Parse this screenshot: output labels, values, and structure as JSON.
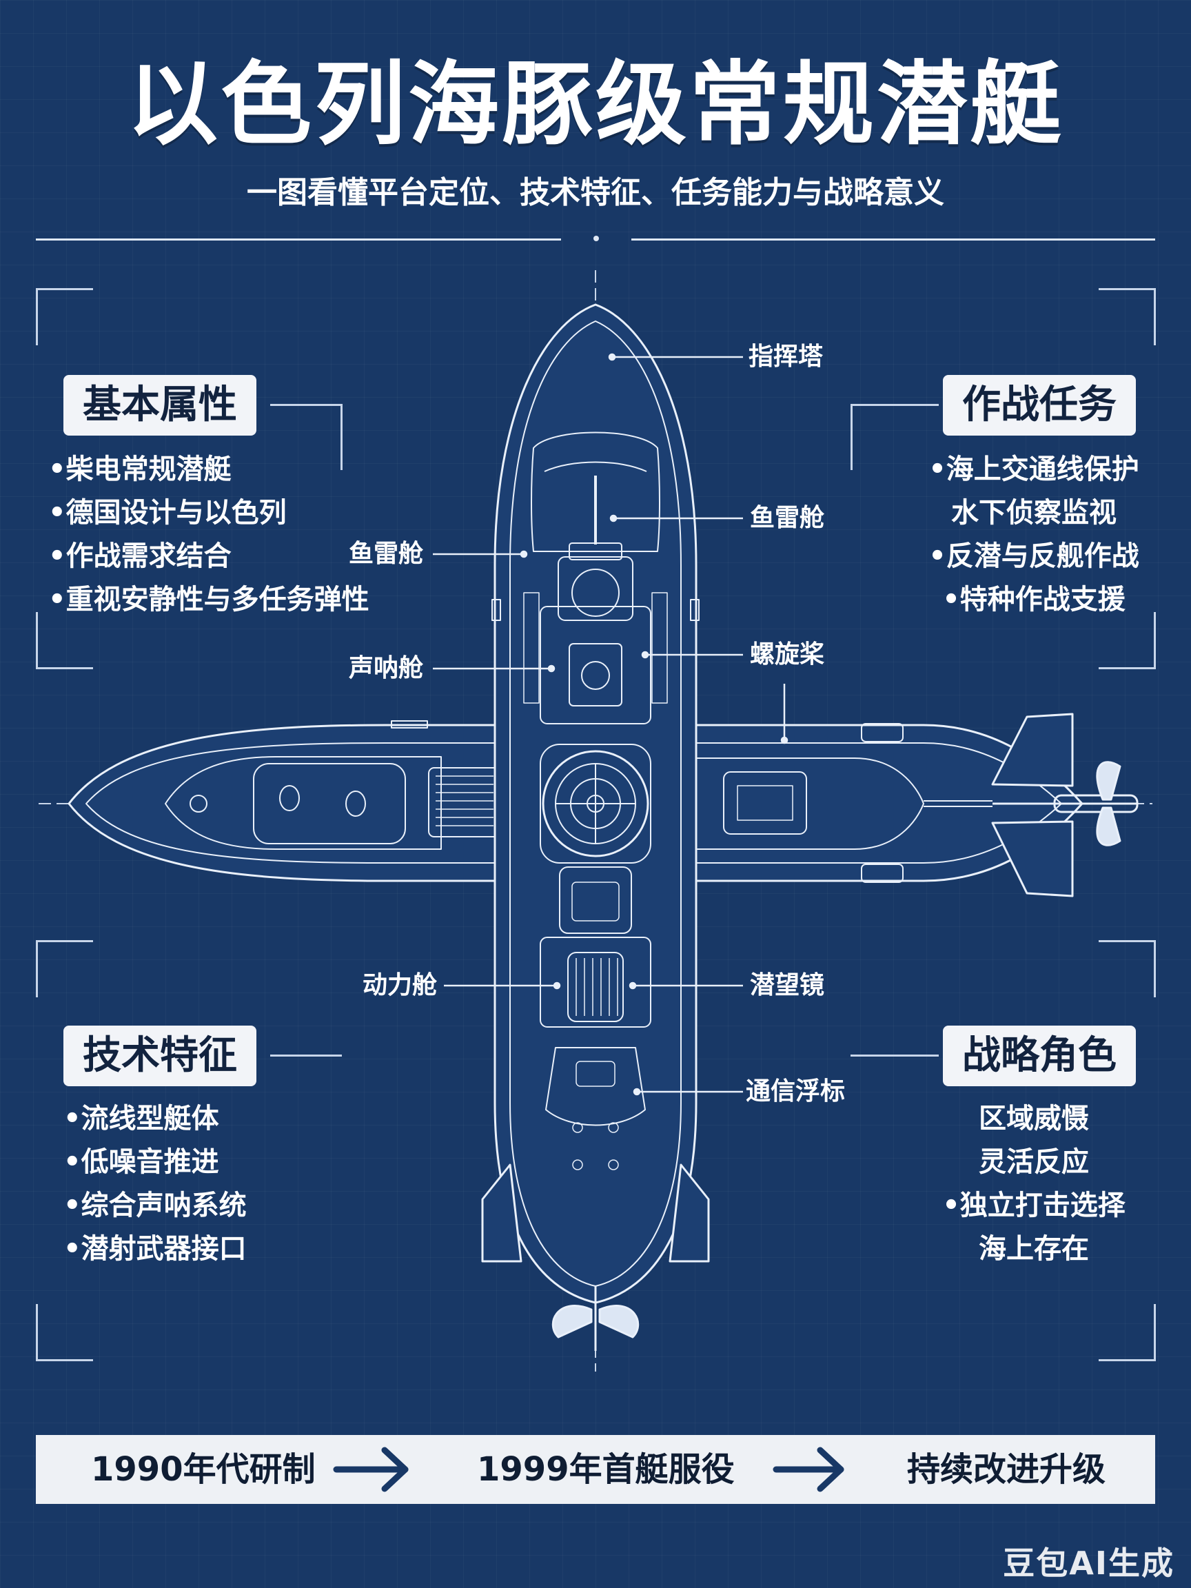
{
  "title": "以色列海豚级常规潜艇",
  "subtitle": "一图看懂平台定位、技术特征、任务能力与战略意义",
  "sections": {
    "basic": {
      "heading": "基本属性",
      "items": [
        "柴电常规潜艇",
        "德国设计与以色列",
        "作战需求结合",
        "重视安静性与多任务弹性"
      ]
    },
    "mission": {
      "heading": "作战任务",
      "items": [
        "海上交通线保护",
        "水下侦察监视",
        "反潜与反舰作战",
        "特种作战支援"
      ]
    },
    "tech": {
      "heading": "技术特征",
      "items": [
        "流线型艇体",
        "低噪音推进",
        "综合声呐系统",
        "潜射武器接口"
      ]
    },
    "strategy": {
      "heading": "战略角色",
      "items": [
        "区域威慑",
        "灵活反应",
        "独立打击选择",
        "海上存在"
      ]
    }
  },
  "bullet": "•",
  "callouts": {
    "command_tower": "指挥塔",
    "torpedo_room_right": "鱼雷舱",
    "torpedo_room_left": "鱼雷舱",
    "sonar_room": "声呐舱",
    "propeller": "螺旋桨",
    "power_room": "动力舱",
    "periscope": "潜望镜",
    "comm_buoy": "通信浮标"
  },
  "timeline": {
    "steps": [
      "1990年代研制",
      "1999年首艇服役",
      "持续改进升级"
    ]
  },
  "watermark": "豆包AI生成",
  "colors": {
    "background": "#183866",
    "line": "#dfe8f5",
    "pill_bg": "#f2f4f8",
    "pill_text": "#12233f"
  }
}
